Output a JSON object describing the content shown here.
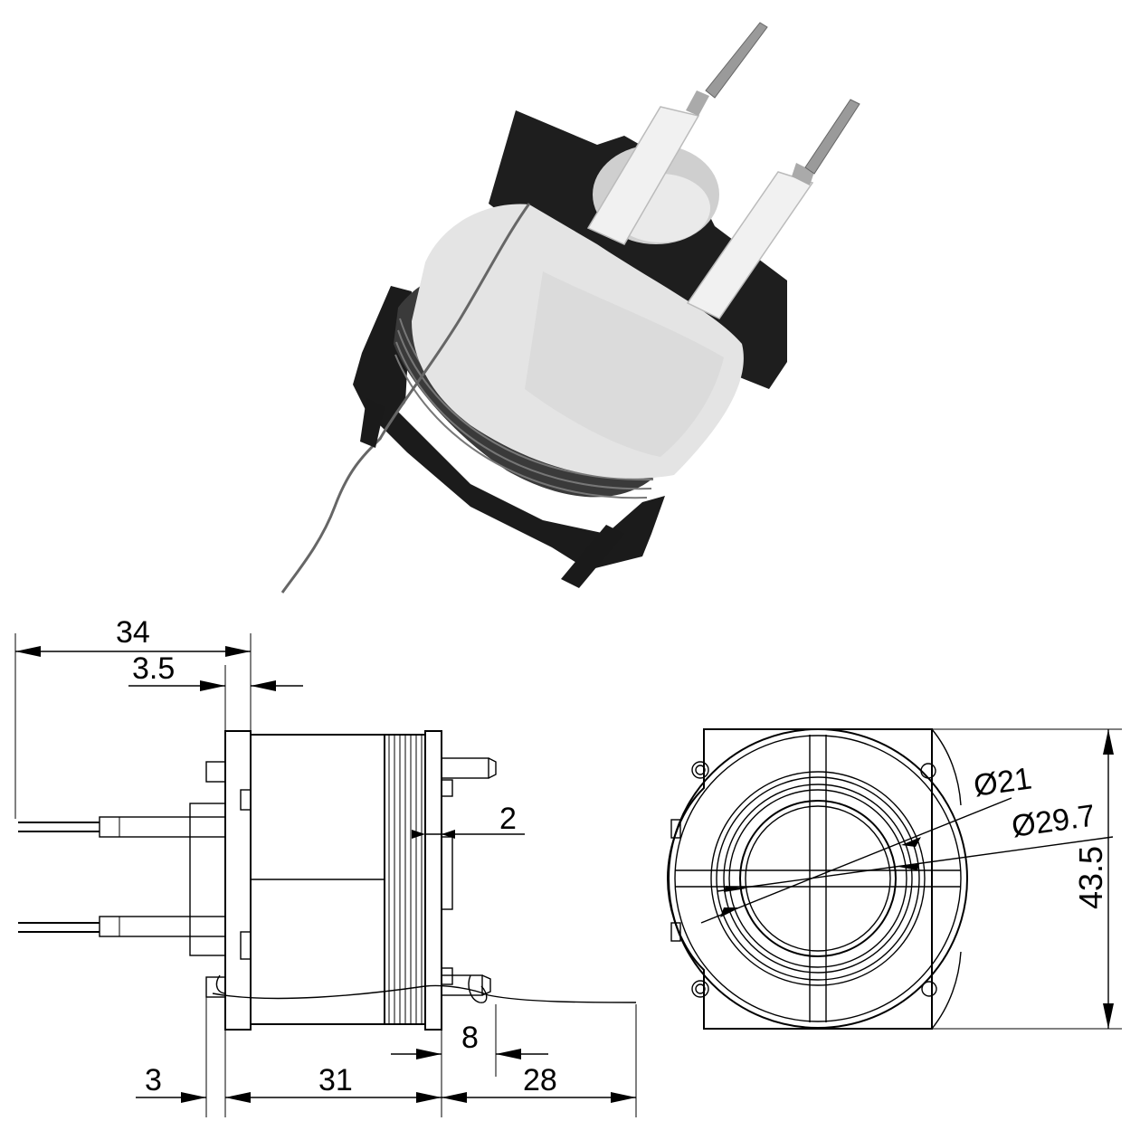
{
  "dimensions": {
    "overall_length": "34",
    "flange_offset": "3.5",
    "winding_gap": "2",
    "terminal_length": "8",
    "base_offset": "3",
    "body_length": "31",
    "lead_length": "28",
    "inner_diameter": "Ø21",
    "outer_diameter": "Ø29.7",
    "height": "43.5"
  },
  "colors": {
    "photo_body_black": "#1c1c1c",
    "photo_tape": "#e6e6e6",
    "photo_sleeve": "#f2f2f2",
    "line": "#000000"
  }
}
